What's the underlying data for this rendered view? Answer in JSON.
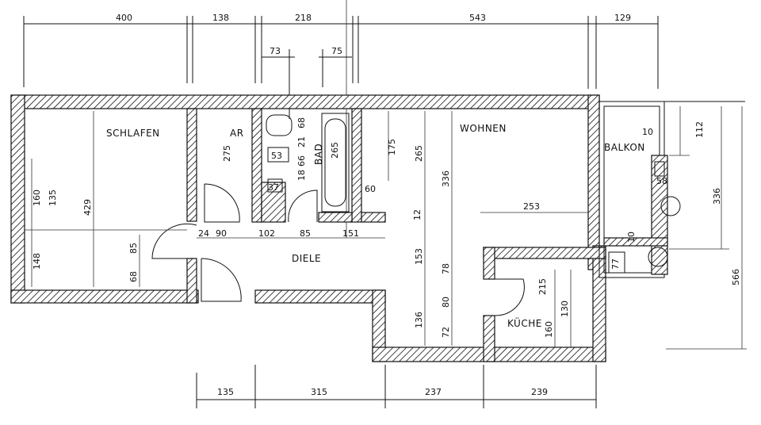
{
  "rooms": {
    "schlafen": "SCHLAFEN",
    "ar": "AR",
    "bad": "BAD",
    "wohnen": "WOHNEN",
    "balkon": "BALKON",
    "diele": "DIELE",
    "kueche": "KÜCHE"
  },
  "dims_top": [
    "400",
    "138",
    "218",
    "543",
    "129"
  ],
  "dims_top_inner": [
    "73",
    "75"
  ],
  "dims_bottom": [
    "135",
    "315",
    "237",
    "239"
  ],
  "dims_right": [
    "112",
    "336",
    "566"
  ],
  "dims_schlafen": [
    "160",
    "135",
    "429",
    "148",
    "85",
    "68"
  ],
  "dims_ar": [
    "275"
  ],
  "dims_bad": [
    "68",
    "21",
    "66",
    "18",
    "53",
    "37",
    "265"
  ],
  "dims_diele": [
    "24",
    "90",
    "102",
    "85",
    "151",
    "60",
    "12"
  ],
  "dims_wohnen": [
    "175",
    "265",
    "336",
    "253",
    "153",
    "78",
    "80",
    "72",
    "136"
  ],
  "dims_kueche": [
    "215",
    "130",
    "160"
  ],
  "dims_balkon": [
    "10",
    "58",
    "10",
    "77"
  ]
}
